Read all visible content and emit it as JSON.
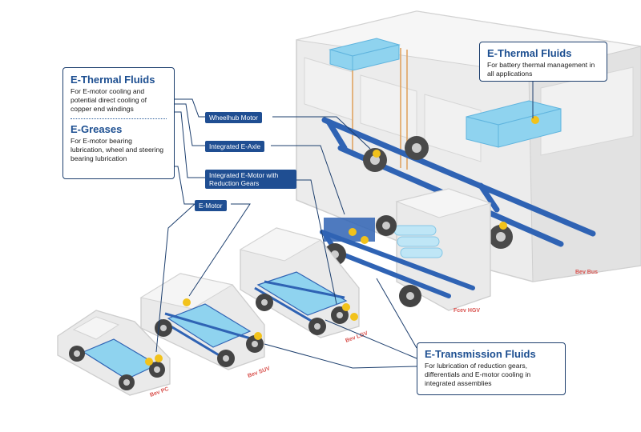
{
  "callouts": {
    "left": {
      "thermal": {
        "title": "E-Thermal Fluids",
        "text": "For E-motor cooling and potential direct cooling of copper end windings"
      },
      "greases": {
        "title": "E-Greases",
        "text": "For E-motor bearing lubrication, wheel and steering bearing lubrication"
      }
    },
    "top_right": {
      "title": "E-Thermal Fluids",
      "text": "For battery thermal management in all applications"
    },
    "bottom_right": {
      "title": "E-Transmission Fluids",
      "text": "For lubrication of reduction gears, differentials and E-motor cooling in integrated assemblies"
    }
  },
  "tags": {
    "wheelhub": "Wheelhub Motor",
    "eaxle": "Integrated E-Axle",
    "emotor_reduction": "Integrated E-Motor with Reduction Gears",
    "emotor": "E-Motor"
  },
  "vehicles": {
    "pc": "Bev PC",
    "suv": "Bev SUV",
    "lgv": "Bev LGV",
    "hgv": "Fcev HGV",
    "bus": "Bev Bus"
  },
  "colors": {
    "navy": "#1d3f6e",
    "tag_blue": "#1f4e92",
    "chassis_blue": "#2f63b4",
    "battery_light": "#8fd3ef",
    "component_yellow": "#f2c21b",
    "vehicle_grey": "#e6e6e6",
    "label_red": "#d9534f"
  }
}
